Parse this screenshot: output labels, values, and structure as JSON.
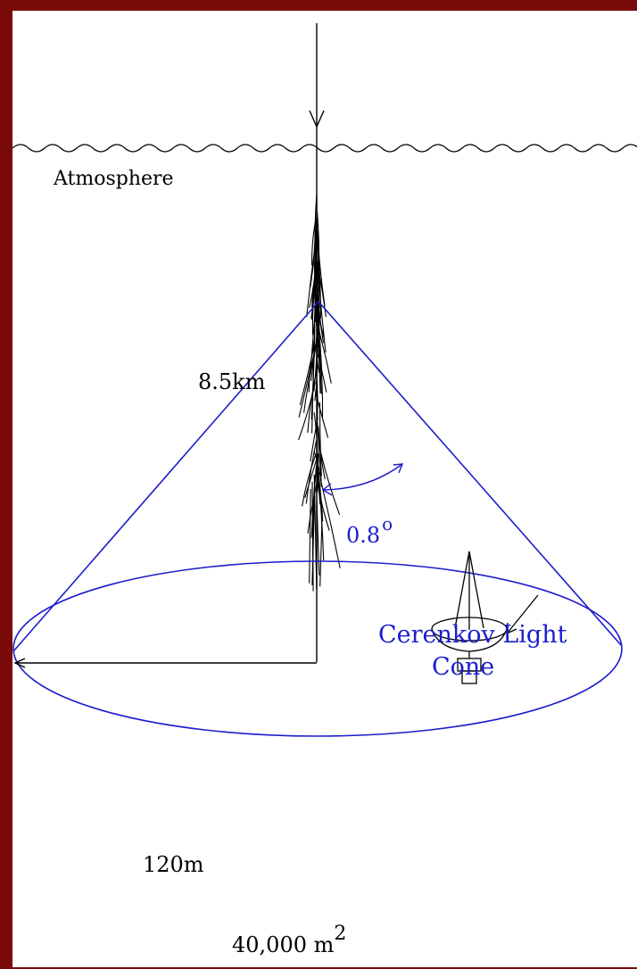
{
  "diagram": {
    "labels": {
      "atmosphere": "Atmosphere",
      "altitude": "8.5km",
      "angle_value": "0.8",
      "angle_unit": "o",
      "cone_line1": "Cerenkov Light",
      "cone_line2": "Cone",
      "radius": "120m",
      "area_value": "40,000 m",
      "area_exponent": "2"
    },
    "colors": {
      "frame": "#7a0a0a",
      "background": "#ffffff",
      "ink": "#000000",
      "cone": "#1d1dcc"
    },
    "icons": [
      "telescope-icon",
      "incoming-arrow-icon"
    ]
  }
}
